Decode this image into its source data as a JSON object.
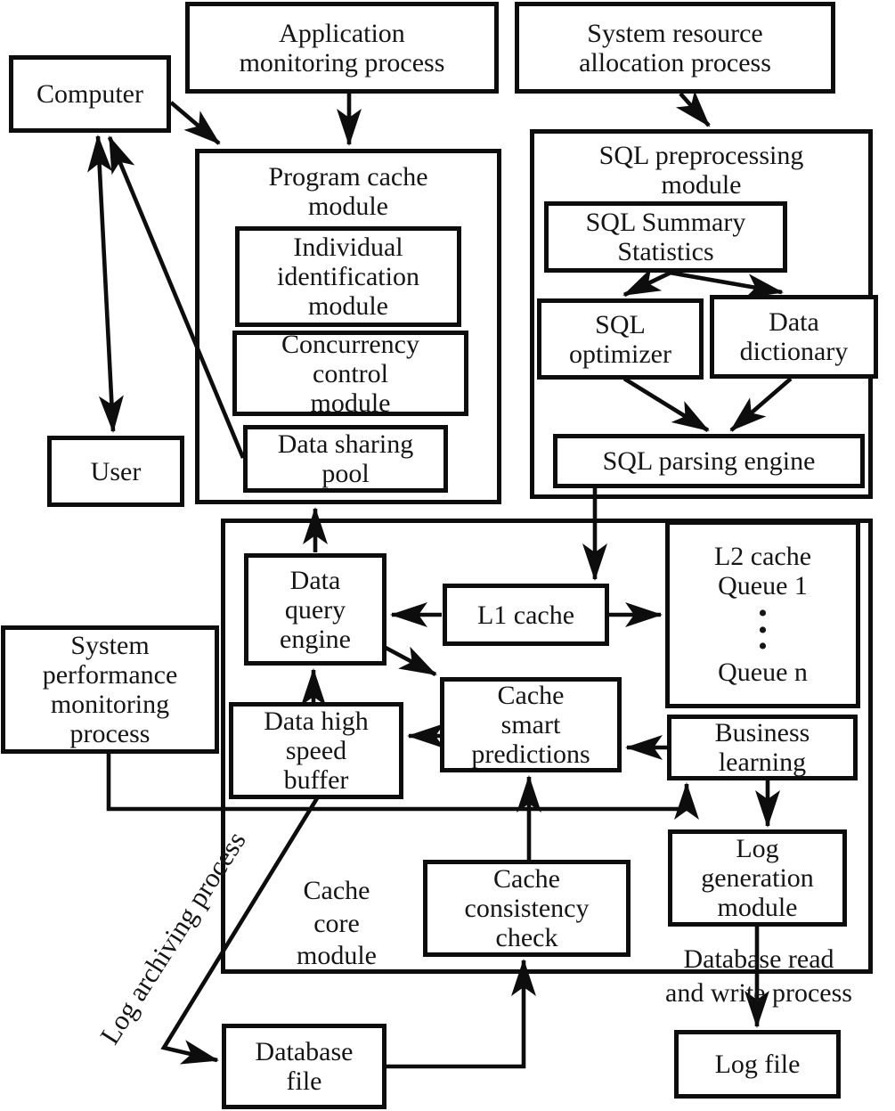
{
  "diagram": {
    "title": "Database cache system architecture diagram",
    "colors": {
      "ink": "#0d0d0d",
      "background": "#ffffff"
    },
    "boxes": {
      "computer": {
        "label": "Computer"
      },
      "user": {
        "label": "User"
      },
      "app_monitoring": {
        "label": "Application\nmonitoring process"
      },
      "sys_resource": {
        "label": "System resource\nallocation process"
      },
      "program_cache": {
        "label": "Program cache\nmodule"
      },
      "individual_id": {
        "label": "Individual\nidentification\nmodule"
      },
      "concurrency": {
        "label": "Concurrency\ncontrol\nmodule"
      },
      "data_sharing": {
        "label": "Data sharing\npool"
      },
      "sql_preprocessing": {
        "label": "SQL preprocessing\nmodule"
      },
      "sql_summary": {
        "label": "SQL Summary\nStatistics"
      },
      "sql_optimizer": {
        "label": "SQL\noptimizer"
      },
      "data_dictionary": {
        "label": "Data\ndictionary"
      },
      "sql_parsing": {
        "label": "SQL parsing engine"
      },
      "data_query": {
        "label": "Data\nquery\nengine"
      },
      "l1_cache": {
        "label": "L1 cache"
      },
      "l2_cache": {
        "top": "L2 cache\nQueue 1",
        "dots": "•\n•\n•",
        "bottom": "Queue n"
      },
      "cache_smart": {
        "label": "Cache\nsmart\npredictions"
      },
      "data_high_speed": {
        "label": "Data high\nspeed\nbuffer"
      },
      "business_learning": {
        "label": "Business\nlearning"
      },
      "log_generation": {
        "label": "Log\ngeneration\nmodule"
      },
      "cache_consistency": {
        "label": "Cache\nconsistency\ncheck"
      },
      "sys_performance": {
        "label": "System\nperformance\nmonitoring\nprocess"
      },
      "database_file": {
        "label": "Database\nfile"
      },
      "log_file": {
        "label": "Log file"
      }
    },
    "labels": {
      "cache_core": "Cache\ncore\nmodule",
      "log_archiving": "Log archiving process",
      "db_read_write": "Database read\nand write process"
    }
  }
}
